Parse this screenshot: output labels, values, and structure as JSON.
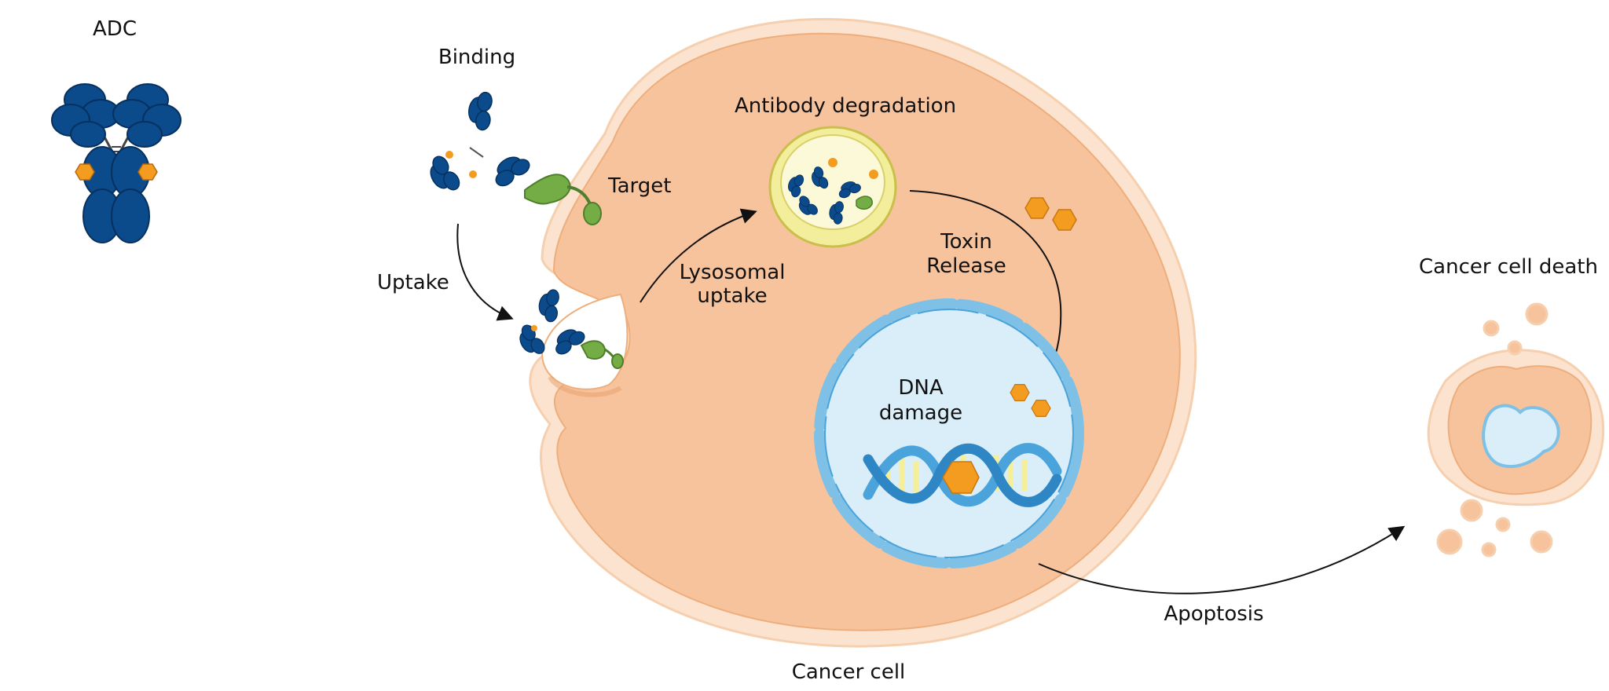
{
  "labels": {
    "adc": "ADC",
    "binding": "Binding",
    "target": "Target",
    "uptake": "Uptake",
    "lysosomal_line1": "Lysosomal",
    "lysosomal_line2": "uptake",
    "antibody_degradation": "Antibody degradation",
    "toxin_line1": "Toxin",
    "toxin_line2": "Release",
    "dna_line1": "DNA",
    "dna_line2": "damage",
    "cancer_cell": "Cancer cell",
    "apoptosis": "Apoptosis",
    "cancer_cell_death": "Cancer cell death"
  },
  "colors": {
    "antibody": "#0b4a8b",
    "antibody_outline": "#06315f",
    "payload": "#f39c1f",
    "target_receptor": "#74ad45",
    "cell_fill": "#f7c39d",
    "cell_halo": "#fbe3d0",
    "nucleus_fill": "#d9eef8",
    "nuclear_envelope": "#7fc0e6",
    "lysosome": "#f2ee9c",
    "dna_strand": "#4aa3db",
    "dna_base": "#f6ef9a",
    "arrow": "#111111"
  }
}
